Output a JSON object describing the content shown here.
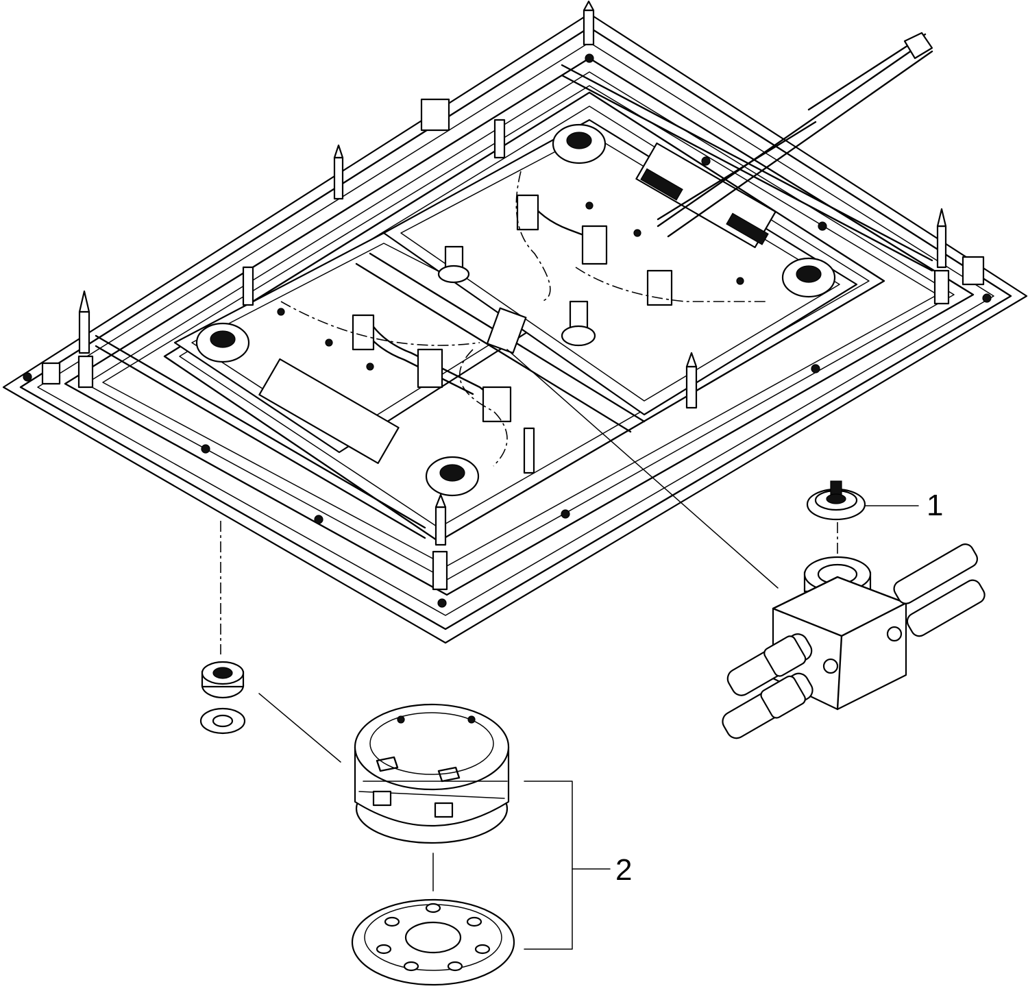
{
  "callouts": [
    {
      "id": "1",
      "label": "1"
    },
    {
      "id": "2",
      "label": "2"
    }
  ],
  "colors": {
    "ink": "#000000",
    "paper": "#ffffff"
  },
  "icons": [
    "bathtub-frame-drawing",
    "distributor-block-drawing",
    "pump-cartridge-drawing",
    "spacer-ring-drawing",
    "grommet-drawing"
  ]
}
